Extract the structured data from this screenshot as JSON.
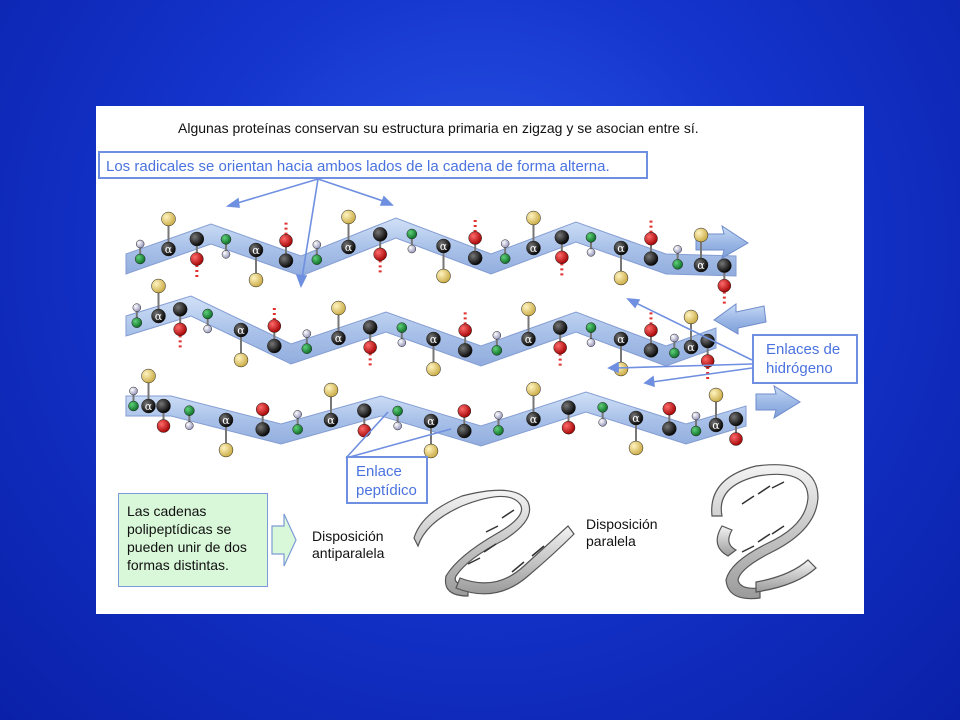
{
  "title": "Algunas proteínas conservan su estructura primaria en zigzag y se asocian entre sí.",
  "radicals_note": "Los radicales se orientan hacia ambos lados de la cadena de forma alterna.",
  "hydrogen_bond_label": [
    "Enlaces de",
    "hidrógeno"
  ],
  "peptide_bond_label": [
    "Enlace",
    "peptídico"
  ],
  "chains_note": [
    "Las cadenas",
    "polipeptídicas se",
    "pueden unir de dos",
    "formas distintas."
  ],
  "antiparallel_label": [
    "Disposición",
    "antiparalela"
  ],
  "parallel_label": [
    "Disposición",
    "paralela"
  ],
  "alpha_symbol": "α",
  "colors": {
    "background": "#1434cc",
    "panel": "#ffffff",
    "ribbon": "#9cb8e6",
    "callout_border": "#6f8fe0",
    "callout_text": "#4a73df",
    "note_fill": "#d9f7d9",
    "carbon": "#111111",
    "nitrogen": "#1e8c3a",
    "oxygen": "#d01010",
    "hydrogen": "#b8b8d8",
    "radical": "#e8d27a"
  }
}
